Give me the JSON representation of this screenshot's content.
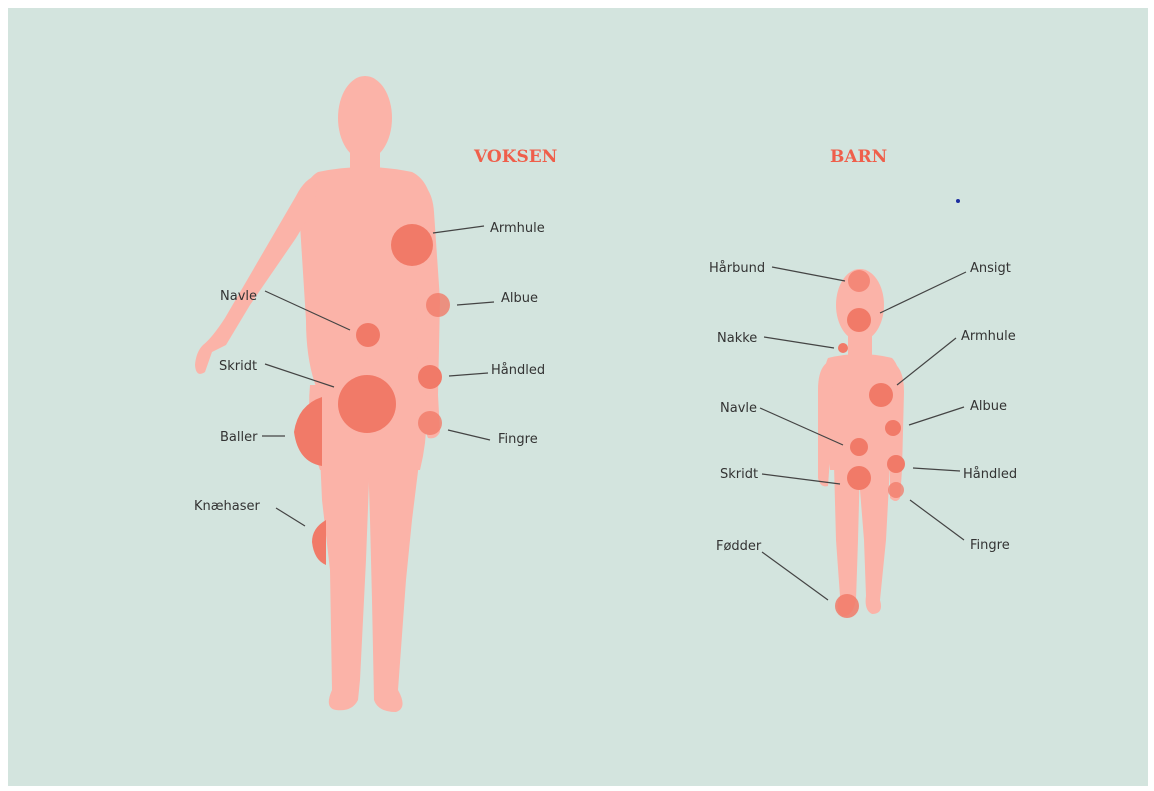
{
  "colors": {
    "background": "#d3e4de",
    "body": "#fbb3a8",
    "spot": "#f17a68",
    "title": "#ef5f4b"
  },
  "adult": {
    "title": "VOKSEN",
    "labels": {
      "armhule": "Armhule",
      "albue": "Albue",
      "haandled": "Håndled",
      "fingre": "Fingre",
      "navle": "Navle",
      "skridt": "Skridt",
      "baller": "Baller",
      "knaehaser": "Knæhaser"
    }
  },
  "child": {
    "title": "BARN",
    "labels": {
      "haarbund": "Hårbund",
      "ansigt": "Ansigt",
      "nakke": "Nakke",
      "armhule": "Armhule",
      "albue": "Albue",
      "navle": "Navle",
      "haandled": "Håndled",
      "skridt": "Skridt",
      "fingre": "Fingre",
      "foedder": "Fødder"
    }
  }
}
